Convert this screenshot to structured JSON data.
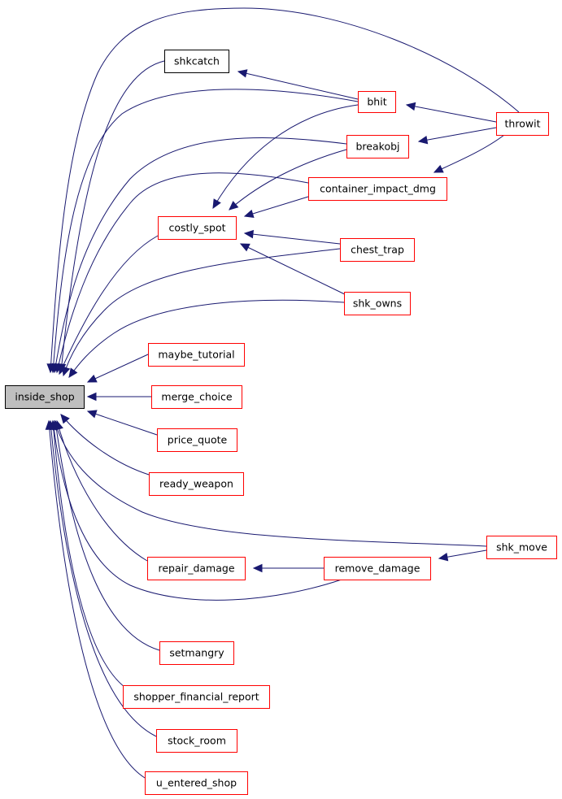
{
  "graph": {
    "nodes": {
      "inside_shop": {
        "label": "inside_shop",
        "style": "root"
      },
      "shkcatch": {
        "label": "shkcatch",
        "style": "black"
      },
      "bhit": {
        "label": "bhit",
        "style": "red"
      },
      "throwit": {
        "label": "throwit",
        "style": "red"
      },
      "breakobj": {
        "label": "breakobj",
        "style": "red"
      },
      "container_impact_dmg": {
        "label": "container_impact_dmg",
        "style": "red"
      },
      "costly_spot": {
        "label": "costly_spot",
        "style": "red"
      },
      "chest_trap": {
        "label": "chest_trap",
        "style": "red"
      },
      "shk_owns": {
        "label": "shk_owns",
        "style": "red"
      },
      "maybe_tutorial": {
        "label": "maybe_tutorial",
        "style": "red"
      },
      "merge_choice": {
        "label": "merge_choice",
        "style": "red"
      },
      "price_quote": {
        "label": "price_quote",
        "style": "red"
      },
      "ready_weapon": {
        "label": "ready_weapon",
        "style": "red"
      },
      "shk_move": {
        "label": "shk_move",
        "style": "red"
      },
      "repair_damage": {
        "label": "repair_damage",
        "style": "red"
      },
      "remove_damage": {
        "label": "remove_damage",
        "style": "red"
      },
      "setmangry": {
        "label": "setmangry",
        "style": "red"
      },
      "shopper_financial_report": {
        "label": "shopper_financial_report",
        "style": "red"
      },
      "stock_room": {
        "label": "stock_room",
        "style": "red"
      },
      "u_entered_shop": {
        "label": "u_entered_shop",
        "style": "red"
      }
    },
    "edges": [
      {
        "from": "shkcatch",
        "to": "inside_shop"
      },
      {
        "from": "bhit",
        "to": "inside_shop"
      },
      {
        "from": "breakobj",
        "to": "inside_shop"
      },
      {
        "from": "container_impact_dmg",
        "to": "inside_shop"
      },
      {
        "from": "costly_spot",
        "to": "inside_shop"
      },
      {
        "from": "chest_trap",
        "to": "inside_shop"
      },
      {
        "from": "shk_owns",
        "to": "inside_shop"
      },
      {
        "from": "maybe_tutorial",
        "to": "inside_shop"
      },
      {
        "from": "merge_choice",
        "to": "inside_shop"
      },
      {
        "from": "price_quote",
        "to": "inside_shop"
      },
      {
        "from": "ready_weapon",
        "to": "inside_shop"
      },
      {
        "from": "shk_move",
        "to": "inside_shop"
      },
      {
        "from": "repair_damage",
        "to": "inside_shop"
      },
      {
        "from": "remove_damage",
        "to": "inside_shop"
      },
      {
        "from": "setmangry",
        "to": "inside_shop"
      },
      {
        "from": "shopper_financial_report",
        "to": "inside_shop"
      },
      {
        "from": "stock_room",
        "to": "inside_shop"
      },
      {
        "from": "u_entered_shop",
        "to": "inside_shop"
      },
      {
        "from": "throwit",
        "to": "inside_shop"
      },
      {
        "from": "bhit",
        "to": "shkcatch"
      },
      {
        "from": "throwit",
        "to": "bhit"
      },
      {
        "from": "throwit",
        "to": "breakobj"
      },
      {
        "from": "throwit",
        "to": "container_impact_dmg"
      },
      {
        "from": "bhit",
        "to": "costly_spot"
      },
      {
        "from": "breakobj",
        "to": "costly_spot"
      },
      {
        "from": "container_impact_dmg",
        "to": "costly_spot"
      },
      {
        "from": "chest_trap",
        "to": "costly_spot"
      },
      {
        "from": "shk_owns",
        "to": "costly_spot"
      },
      {
        "from": "remove_damage",
        "to": "repair_damage"
      },
      {
        "from": "shk_move",
        "to": "remove_damage"
      }
    ],
    "colors": {
      "edge": "#191970",
      "node_border_red": "#ff0000",
      "node_border_black": "#000000",
      "root_fill": "#bfbfbf"
    }
  }
}
